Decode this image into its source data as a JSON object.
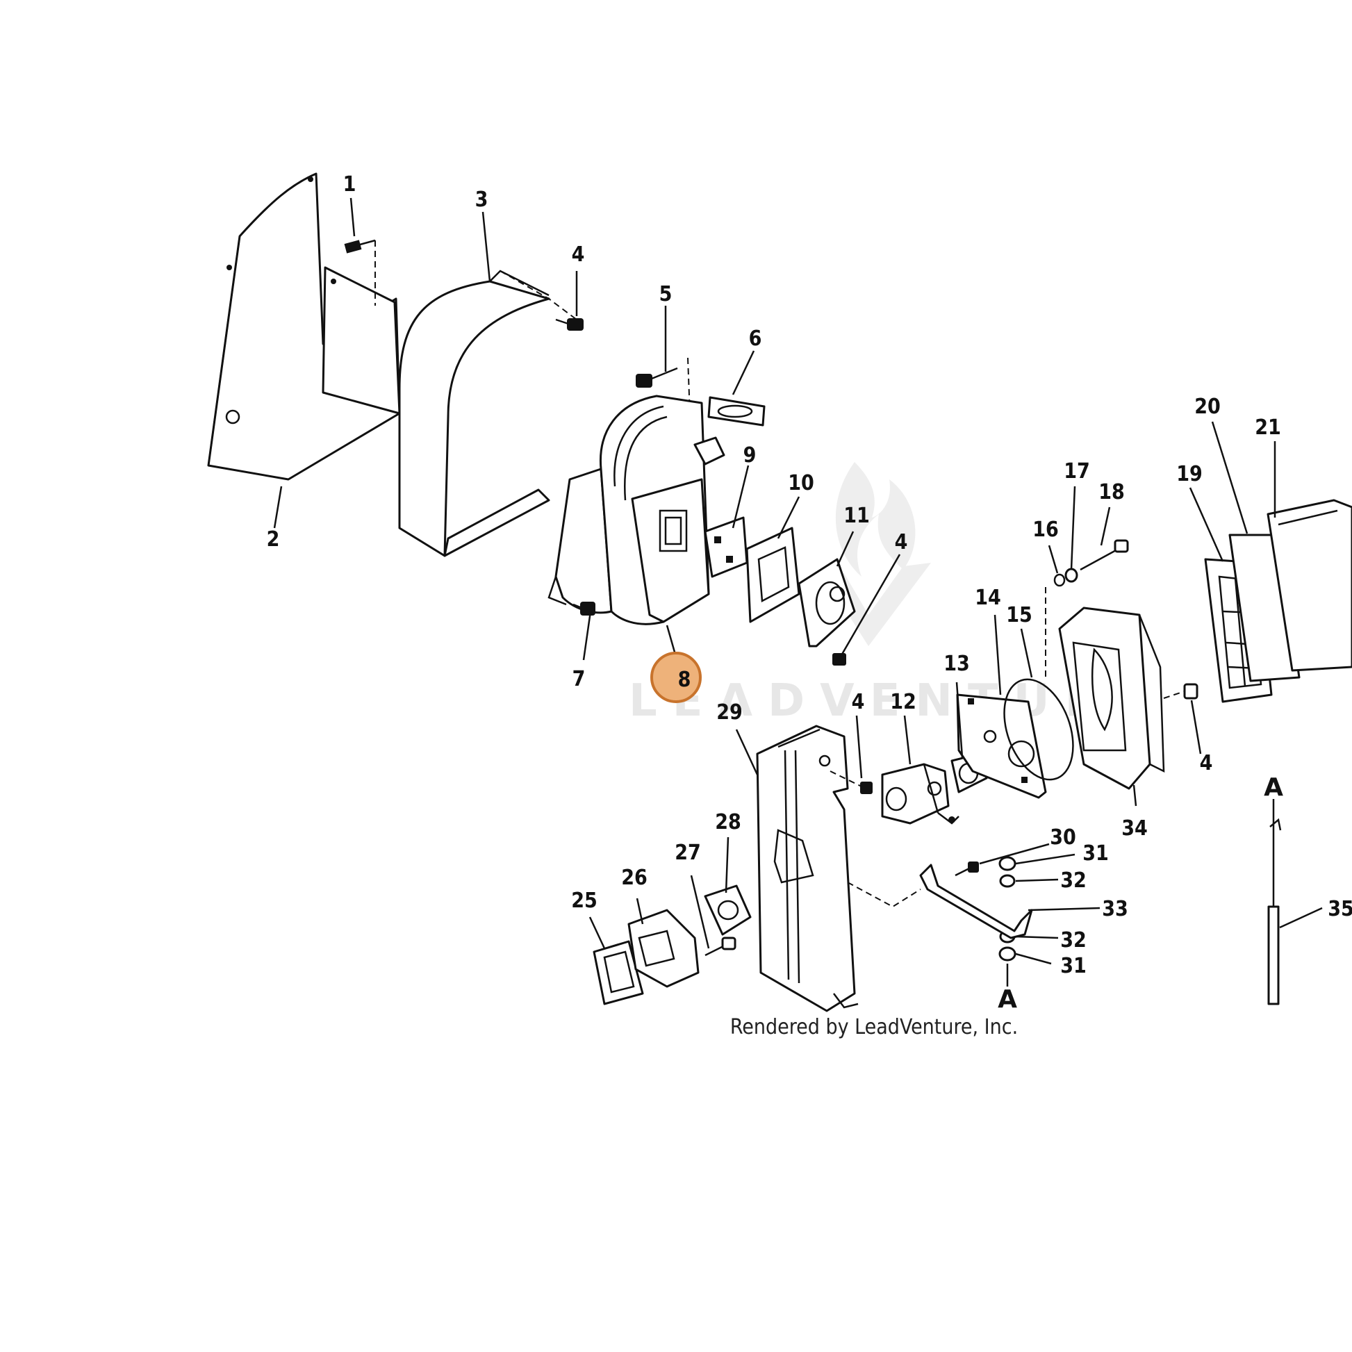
{
  "diagram": {
    "highlighted_callout": "8",
    "highlight_color": "#eeb27a",
    "watermark_text": "LEADVENTURE",
    "credit": "Rendered by LeadVenture, Inc.",
    "callouts": {
      "c1": "1",
      "c2": "2",
      "c3": "3",
      "c4a": "4",
      "c5": "5",
      "c6": "6",
      "c7": "7",
      "c8": "8",
      "c9": "9",
      "c10": "10",
      "c11": "11",
      "c4b": "4",
      "c12": "12",
      "c13": "13",
      "c14": "14",
      "c15": "15",
      "c16": "16",
      "c17": "17",
      "c18": "18",
      "c19": "19",
      "c20": "20",
      "c21": "21",
      "c4c": "4",
      "c4d": "4",
      "c25": "25",
      "c26": "26",
      "c27": "27",
      "c28": "28",
      "c29": "29",
      "c30": "30",
      "c31a": "31",
      "c32a": "32",
      "c33": "33",
      "c32b": "32",
      "c31b": "31",
      "c34": "34",
      "c35": "35"
    },
    "section_markers": {
      "a_top": "A",
      "a_bottom": "A"
    }
  }
}
